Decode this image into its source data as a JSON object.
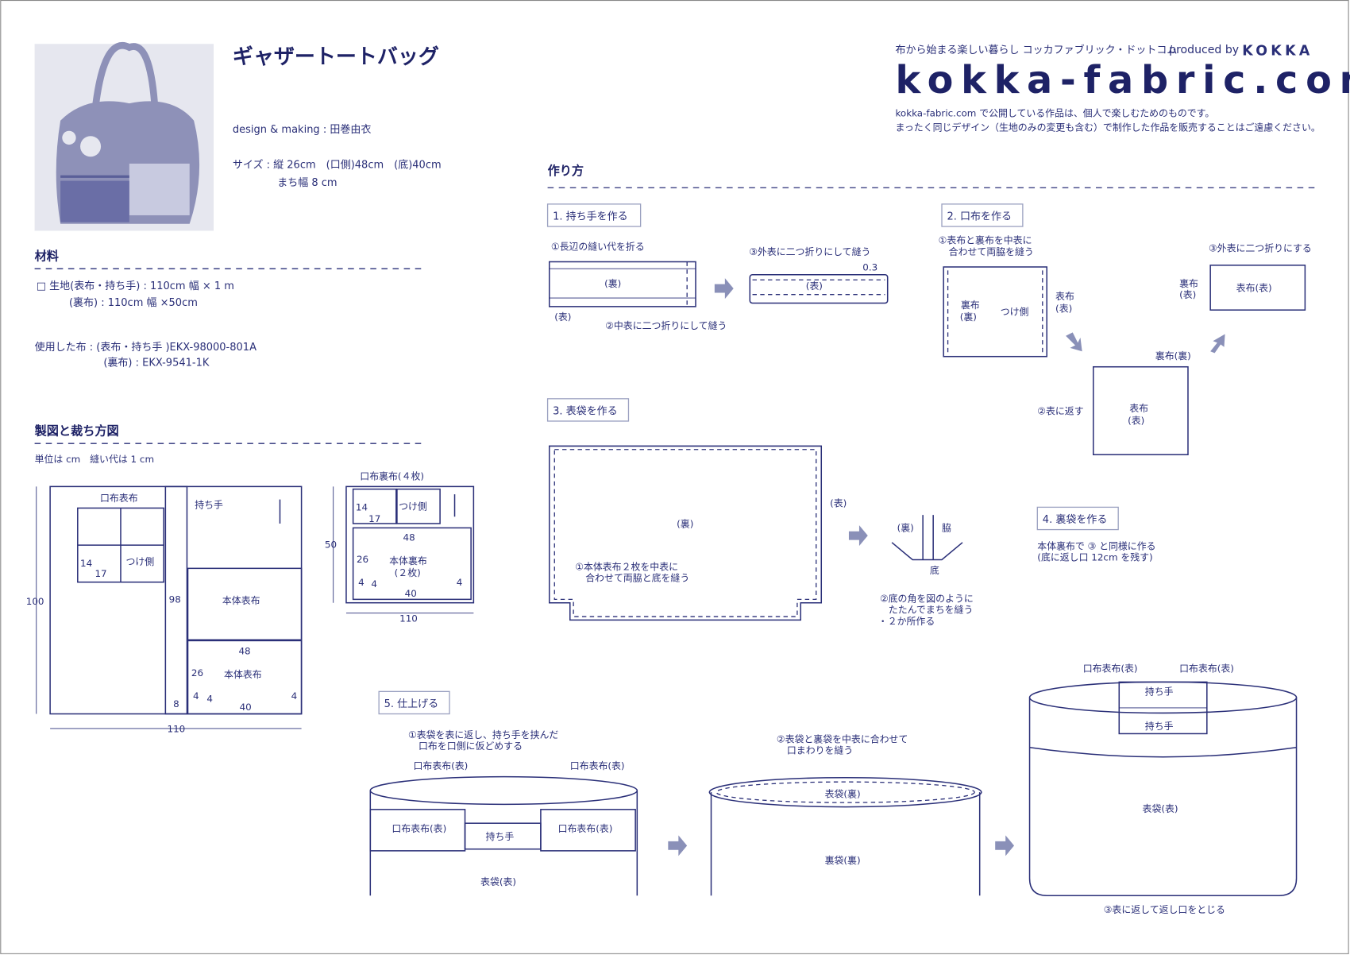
{
  "header": {
    "title": "ギャザートートバッグ",
    "design": "design & making : 田巻由衣",
    "size_line1": "サイズ : 縦 26cm　(口側)48cm　(底)40cm",
    "size_line2": "まち幅 8 cm"
  },
  "brand": {
    "tagline": "布から始まる楽しい暮らし コッカファブリック・ドットコム",
    "produced_by": "produced by",
    "kokka": "KOKKA",
    "logo": "kokka-fabric.com",
    "notice1": "kokka-fabric.com で公開している作品は、個人で楽しむためのものです。",
    "notice2": "まったく同じデザイン（生地のみの変更も含む）で制作した作品を販売することはご遠慮ください。"
  },
  "materials": {
    "heading": "材料",
    "line1": "□ 生地(表布・持ち手) : 110cm 幅 × 1 m",
    "line2": "(裏布) : 110cm 幅 ×50cm",
    "used1": "使用した布 : (表布・持ち手 )EKX-98000-801A",
    "used2": "(裏布) : EKX-9541-1K"
  },
  "cutting": {
    "heading": "製図と裁ち方図",
    "note": "単位は cm　縫い代は 1 cm",
    "kuchi_omote": "口布表布",
    "mochite": "持ち手",
    "tsukegawa": "つけ側",
    "hontai_omote": "本体表布",
    "n14": "14",
    "n17": "17",
    "n98": "98",
    "n100": "100",
    "n110": "110",
    "n48": "48",
    "n26": "26",
    "n4": "4",
    "n40": "40",
    "n8": "8",
    "n50": "50",
    "kuchi_ura": "口布裏布(４枚)",
    "hontai_ura": "本体裏布",
    "hontai_ura_count": "(２枚)"
  },
  "howto": {
    "heading": "作り方",
    "step1": {
      "title": "1. 持ち手を作る",
      "a": "①長辺の縫い代を折る",
      "b": "②中表に二つ折りにして縫う",
      "c": "③外表に二つ折りにして縫う",
      "ura": "(裏)",
      "omote": "(表)",
      "omote2": "(表)",
      "w": "0.3"
    },
    "step2": {
      "title": "2. 口布を作る",
      "a1": "①表布と裏布を中表に",
      "a2": "合わせて両脇を縫う",
      "b": "②表に返す",
      "c": "③外表に二つ折りにする",
      "urafu": "裏布",
      "ura_paren": "(裏)",
      "tsuke": "つけ側",
      "omotefu": "表布",
      "omote_paren": "(表)",
      "urafu_ura": "裏布(裏)",
      "omotefu2": "表布",
      "omote_paren2": "(表)",
      "urafu3": "裏布",
      "ura3_paren": "(表)",
      "omotefu_omote": "表布(表)"
    },
    "step3": {
      "title": "3. 表袋を作る",
      "ura": "(裏)",
      "omote": "(表)",
      "a1": "①本体表布２枚を中表に",
      "a2": "合わせて両脇と底を縫う",
      "corner_ura": "(裏)",
      "waki": "脇",
      "soko": "底",
      "b1": "②底の角を図のように",
      "b2": "たたんでまちを縫う",
      "b3": "・２か所作る"
    },
    "step4": {
      "title": "4. 裏袋を作る",
      "a1": "本体裏布で ③ と同様に作る",
      "a2": "(底に返し口 12cm を残す)"
    },
    "step5": {
      "title": "5. 仕上げる",
      "a1": "①表袋を表に返し、持ち手を挟んだ",
      "a2": "口布を口側に仮どめする",
      "kuchi1": "口布表布(表)",
      "kuchi2": "口布表布(表)",
      "kuchi3": "口布表布(表)",
      "kuchi4": "口布表布(表)",
      "mochite": "持ち手",
      "omotebukuro": "表袋(表)",
      "b1": "②表袋と裏袋を中表に合わせて",
      "b2": "口まわりを縫う",
      "omotebukuro_ura": "表袋(裏)",
      "urabukuro_ura": "裏袋(裏)",
      "kuchi5": "口布表布(表)",
      "kuchi6": "口布表布(表)",
      "mochite2": "持ち手",
      "mochite3": "持ち手",
      "omotebukuro2": "表袋(表)",
      "c": "③表に返して返し口をとじる"
    }
  }
}
